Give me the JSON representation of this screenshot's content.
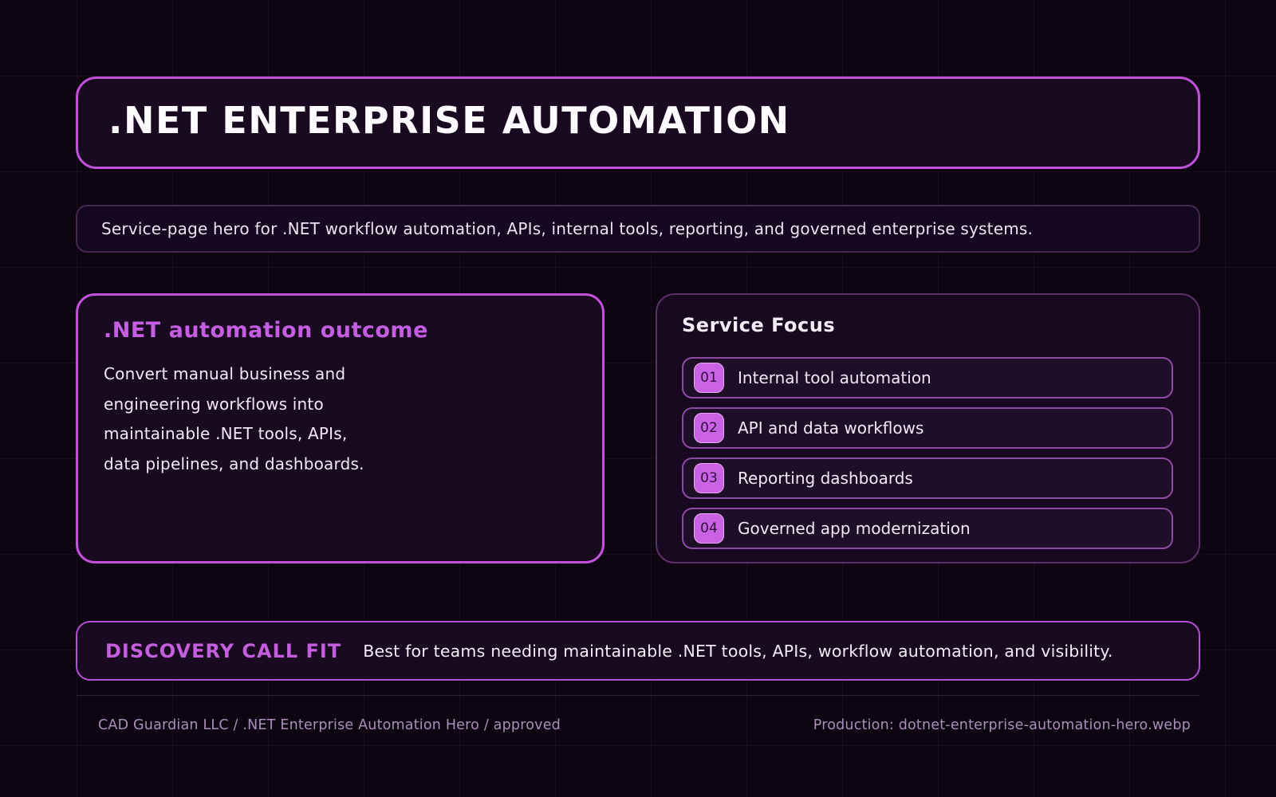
{
  "colors": {
    "background": "#0d0511",
    "accent_bright": "#c351dc",
    "accent_muted": "#5b3168",
    "badge_fill": "#ca62e6",
    "heading_purple": "#c55ee2",
    "body_text": "#f1eaf6",
    "footer_text": "#a98fb9"
  },
  "title": {
    "text": ".NET ENTERPRISE AUTOMATION"
  },
  "subtitle": {
    "text": "Service-page hero for .NET workflow automation, APIs, internal tools, reporting, and governed enterprise systems."
  },
  "outcome_card": {
    "heading": ".NET automation outcome",
    "lines": [
      "Convert manual business and",
      "engineering workflows into",
      "maintainable .NET tools, APIs,",
      "data pipelines, and dashboards."
    ]
  },
  "service_focus": {
    "heading": "Service Focus",
    "items": [
      {
        "num": "01",
        "label": "Internal tool automation"
      },
      {
        "num": "02",
        "label": "API and data workflows"
      },
      {
        "num": "03",
        "label": "Reporting dashboards"
      },
      {
        "num": "04",
        "label": "Governed app modernization"
      }
    ]
  },
  "discovery": {
    "kicker": "DISCOVERY CALL FIT",
    "text": "Best for teams needing maintainable .NET tools, APIs, workflow automation, and visibility."
  },
  "footer": {
    "left": "CAD Guardian LLC / .NET Enterprise Automation Hero / approved",
    "right": "Production: dotnet-enterprise-automation-hero.webp"
  }
}
